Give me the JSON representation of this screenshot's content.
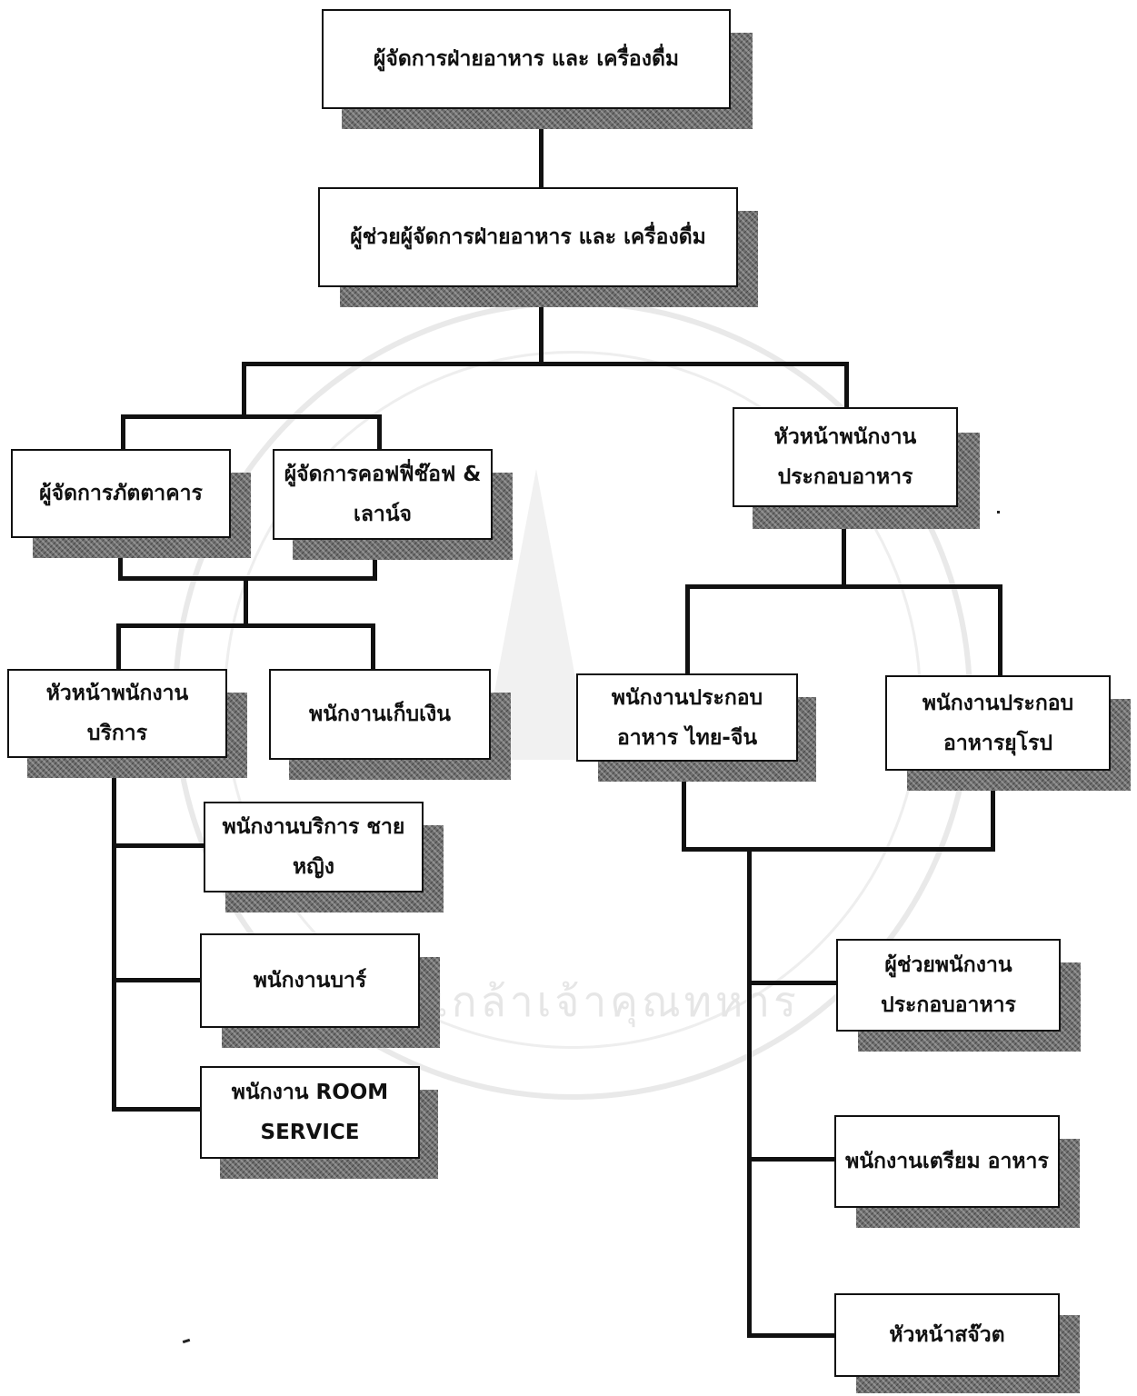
{
  "diagram": {
    "nodes": [
      {
        "id": "fb-manager",
        "label": "ผู้จัดการฝ่ายอาหาร และ เครื่องดื่ม"
      },
      {
        "id": "asst-fb-manager",
        "label": "ผู้ช่วยผู้จัดการฝ่ายอาหาร และ เครื่องดื่ม"
      },
      {
        "id": "restaurant-manager",
        "label": "ผู้จัดการภัตตาคาร"
      },
      {
        "id": "coffee-shop-manager",
        "label": "ผู้จัดการคอฟฟี่ช๊อฟ & เลาน์จ"
      },
      {
        "id": "head-chef",
        "label": "หัวหน้าพนักงาน ประกอบอาหาร"
      },
      {
        "id": "head-service",
        "label": "หัวหน้าพนักงาน บริการ"
      },
      {
        "id": "cashier",
        "label": "พนักงานเก็บเงิน"
      },
      {
        "id": "cook-thai-chinese",
        "label": "พนักงานประกอบ อาหาร ไทย-จีน"
      },
      {
        "id": "cook-european",
        "label": "พนักงานประกอบ อาหารยุโรป"
      },
      {
        "id": "service-staff",
        "label": "พนักงานบริการ ชาย หญิง"
      },
      {
        "id": "bar-staff",
        "label": "พนักงานบาร์"
      },
      {
        "id": "room-service",
        "label": "พนักงาน ROOM SERVICE"
      },
      {
        "id": "asst-cook",
        "label": "ผู้ช่วยพนักงาน ประกอบอาหาร"
      },
      {
        "id": "prep-staff",
        "label": "พนักงานเตรียม อาหาร"
      },
      {
        "id": "head-steward",
        "label": "หัวหน้าสจ๊วต"
      }
    ],
    "edges": [
      {
        "from": "fb-manager",
        "to": "asst-fb-manager"
      },
      {
        "from": "asst-fb-manager",
        "to": "restaurant-manager"
      },
      {
        "from": "asst-fb-manager",
        "to": "coffee-shop-manager"
      },
      {
        "from": "asst-fb-manager",
        "to": "head-chef"
      },
      {
        "from": "restaurant-manager",
        "to": "head-service"
      },
      {
        "from": "coffee-shop-manager",
        "to": "head-service"
      },
      {
        "from": "restaurant-manager",
        "to": "cashier"
      },
      {
        "from": "coffee-shop-manager",
        "to": "cashier"
      },
      {
        "from": "head-chef",
        "to": "cook-thai-chinese"
      },
      {
        "from": "head-chef",
        "to": "cook-european"
      },
      {
        "from": "head-service",
        "to": "service-staff"
      },
      {
        "from": "head-service",
        "to": "bar-staff"
      },
      {
        "from": "head-service",
        "to": "room-service"
      },
      {
        "from": "cook-thai-chinese",
        "to": "asst-cook"
      },
      {
        "from": "cook-european",
        "to": "asst-cook"
      },
      {
        "from": "cook-thai-chinese",
        "to": "prep-staff"
      },
      {
        "from": "cook-european",
        "to": "prep-staff"
      },
      {
        "from": "cook-thai-chinese",
        "to": "head-steward"
      },
      {
        "from": "cook-european",
        "to": "head-steward"
      }
    ]
  },
  "watermark": {
    "text": "จอมเกล้าเจ้าคุณทหาร"
  },
  "colors": {
    "line": "#111111",
    "box_border": "#111111",
    "box_fill": "#ffffff",
    "shadow": "#6e6e6e",
    "watermark": "#e6e6e6"
  }
}
